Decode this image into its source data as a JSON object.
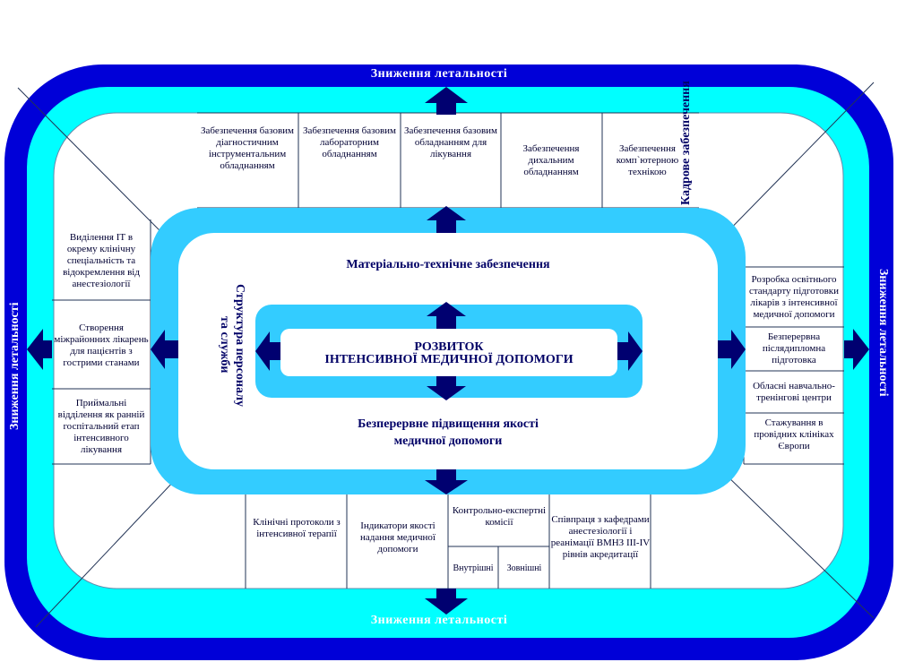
{
  "bands": {
    "top": "Зниження летальності",
    "bottom": "Зниження летальності",
    "left": "Зниження летальності",
    "right": "Зниження летальності"
  },
  "top_boxes": [
    "Забезпечення базовим діагностичним інструментальним обладнанням",
    "Забезпечення базовим лабораторним обладнанням",
    "Забезпечення базовим обладнанням для лікування",
    "Забезпечення дихальним обладнанням",
    "Забезпечення комп`ютерною технікою"
  ],
  "top_right_vertical": "Кадрове забезпечення",
  "left_boxes": [
    "Виділення ІТ в окрему клінічну спеціальність та відокремлення від анестезіології",
    "Створення міжрайонних лікарень для пацієнтів з гострими станами",
    "Приймальні відділення як ранній госпітальний етап інтенсивного лікування"
  ],
  "right_boxes": [
    "Розробка освітнього стандарту підготовки лікарів з інтенсивної медичної допомоги",
    "Безперервна післядипломна підготовка",
    "Обласні навчально-тренінгові центри",
    "Стажування в провідних клініках Європи"
  ],
  "bottom_boxes": {
    "protocols": "Клінічні протоколи з інтенсивної терапії",
    "indicators": "Індикатори якості надання медичної допомоги",
    "commissions": "Контрольно-експертні комісії",
    "internal": "Внутрішні",
    "external": "Зовнішні",
    "cooperation": "Співпраця з кафедрами анестезіології і реанімації ВМНЗ III-IV рівнів акредитації"
  },
  "inner": {
    "material": "Матеріально-технічне забезпечення",
    "structure": "Структура персоналу та служби",
    "quality_line1": "Безперервне підвищення якості",
    "quality_line2": "медичної допомоги",
    "center_line1": "РОЗВИТОК",
    "center_line2": "ІНТЕНСИВНОЇ МЕДИЧНОЇ ДОПОМОГИ"
  },
  "colors": {
    "outer_ring": "#0000d8",
    "middle_ring": "#00ffff",
    "inner_ring": "#33ccff",
    "arrow": "#000070",
    "text": "#000033"
  }
}
